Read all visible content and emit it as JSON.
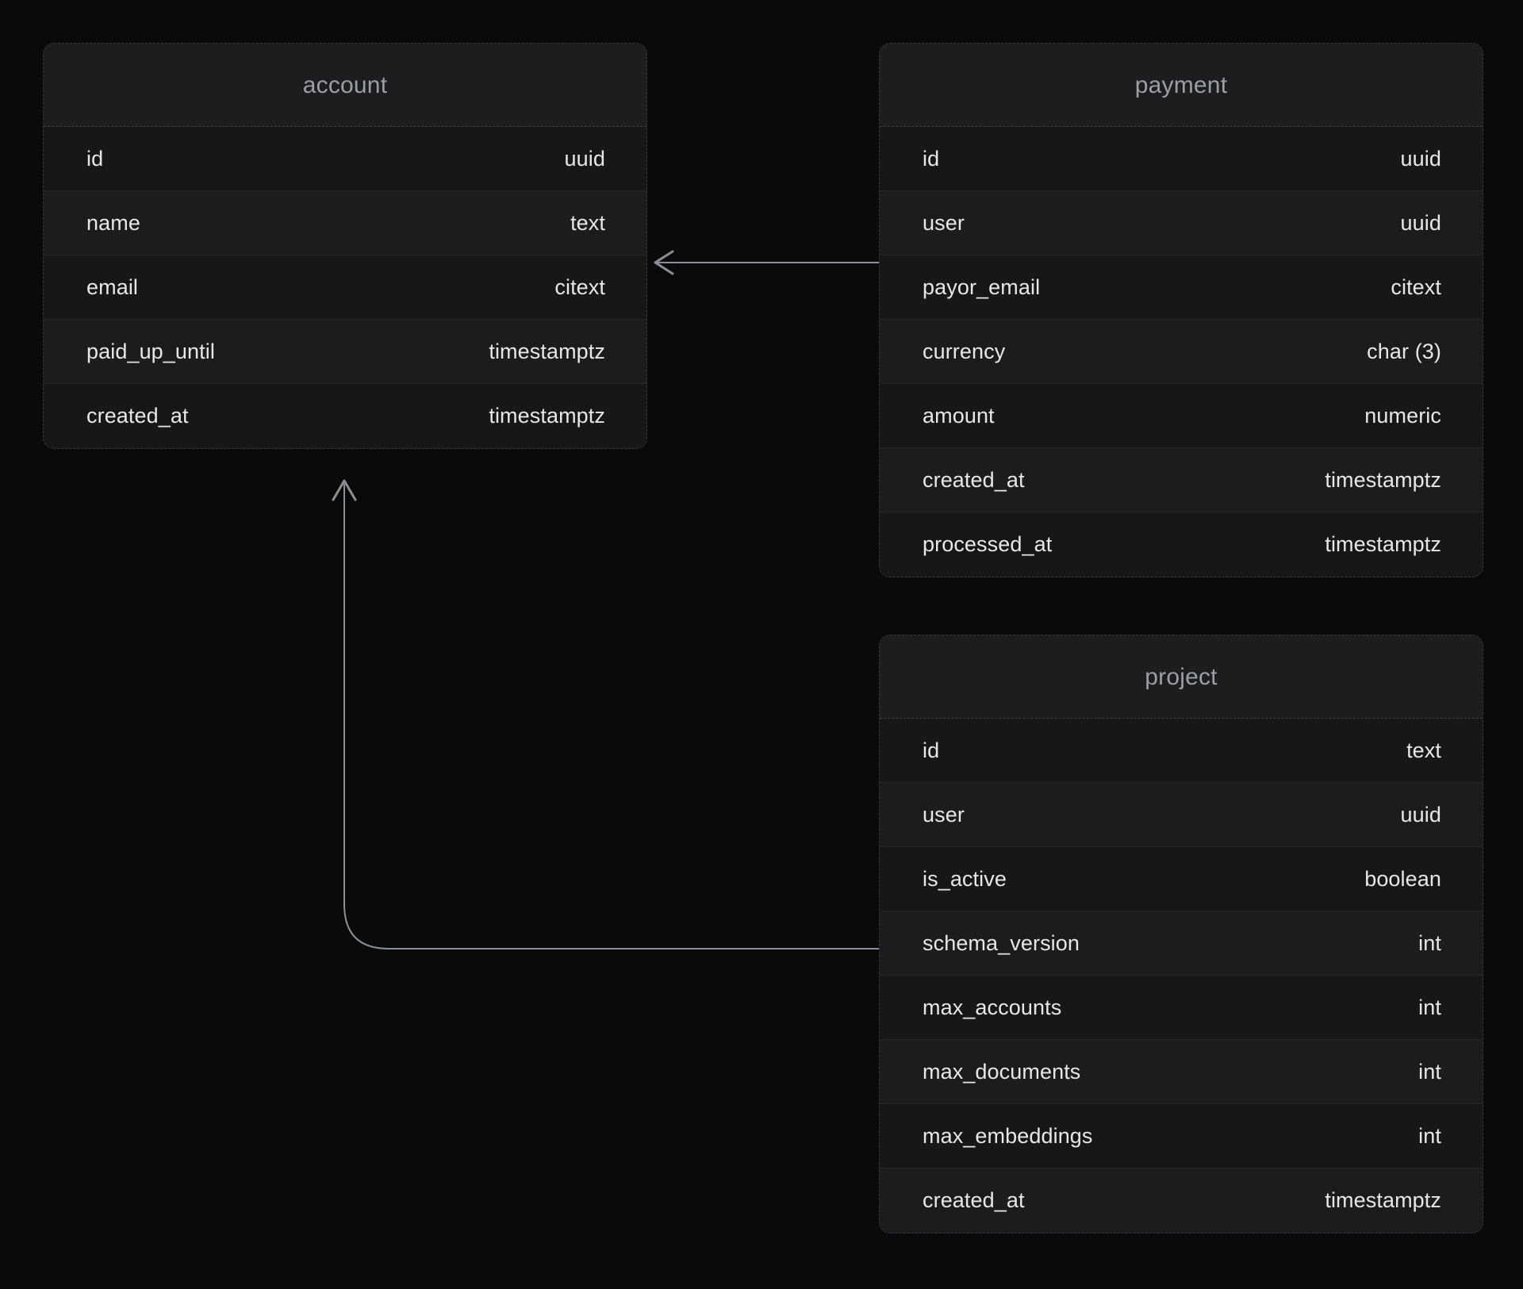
{
  "diagram": {
    "title": "database-schema-erd",
    "background_color": "#0a0a0a",
    "card_color": "#181a1c",
    "text_color": "#e6e7e8",
    "title_color": "#9b9fa4",
    "connector_color": "#8c9096"
  },
  "tables": [
    {
      "name": "account",
      "columns": [
        {
          "field": "id",
          "type": "uuid"
        },
        {
          "field": "name",
          "type": "text"
        },
        {
          "field": "email",
          "type": "citext"
        },
        {
          "field": "paid_up_until",
          "type": "timestamptz"
        },
        {
          "field": "created_at",
          "type": "timestamptz"
        }
      ]
    },
    {
      "name": "payment",
      "columns": [
        {
          "field": "id",
          "type": "uuid"
        },
        {
          "field": "user",
          "type": "uuid"
        },
        {
          "field": "payor_email",
          "type": "citext"
        },
        {
          "field": "currency",
          "type": "char (3)"
        },
        {
          "field": "amount",
          "type": "numeric"
        },
        {
          "field": "created_at",
          "type": "timestamptz"
        },
        {
          "field": "processed_at",
          "type": "timestamptz"
        }
      ]
    },
    {
      "name": "project",
      "columns": [
        {
          "field": "id",
          "type": "text"
        },
        {
          "field": "user",
          "type": "uuid"
        },
        {
          "field": "is_active",
          "type": "boolean"
        },
        {
          "field": "schema_version",
          "type": "int"
        },
        {
          "field": "max_accounts",
          "type": "int"
        },
        {
          "field": "max_documents",
          "type": "int"
        },
        {
          "field": "max_embeddings",
          "type": "int"
        },
        {
          "field": "created_at",
          "type": "timestamptz"
        }
      ]
    }
  ],
  "relations": [
    {
      "from": "payment.user",
      "to": "account.name",
      "shape": "straight-left-arrow"
    },
    {
      "from": "project.schema_version",
      "to": "account",
      "shape": "elbow-up-arrow"
    }
  ]
}
